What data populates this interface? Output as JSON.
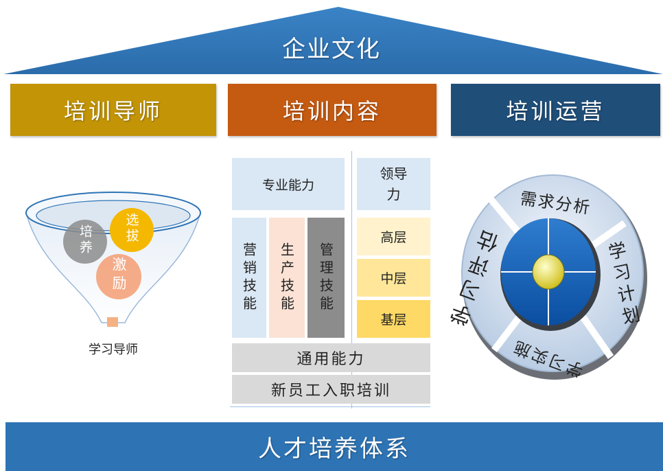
{
  "roof": {
    "title": "企业文化"
  },
  "pillars": {
    "mentor": "培训导师",
    "content": "培训内容",
    "operation": "培训运营"
  },
  "funnel": {
    "circles": {
      "cultivate": "培养",
      "select": "选拔",
      "motivate": "激励"
    },
    "caption": "学习导师"
  },
  "content": {
    "professional": "专业能力",
    "leadership": "领导力",
    "skills": {
      "marketing": "营销技能",
      "production": "生产技能",
      "management": "管理技能"
    },
    "levels": {
      "high": "高层",
      "middle": "中层",
      "base": "基层"
    },
    "general": "通用能力",
    "onboarding": "新员工入职培训"
  },
  "cycle": {
    "top": "需求分析",
    "right": "学习计划",
    "bottom": "学习实施",
    "left": "学习评估"
  },
  "footer": {
    "title": "人才培养体系"
  },
  "colors": {
    "roof_blue": "#2e74b5",
    "mentor_gold": "#c29406",
    "content_orange": "#c55a11",
    "operation_navy": "#1f4e79"
  }
}
